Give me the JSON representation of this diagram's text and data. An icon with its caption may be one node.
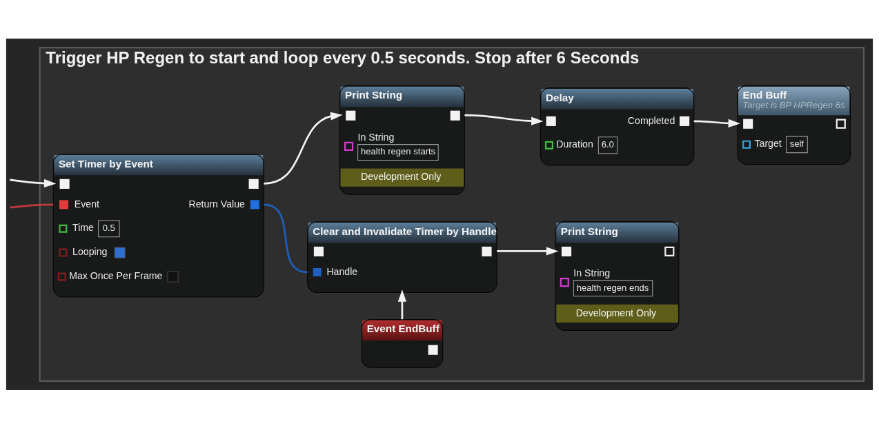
{
  "diagram": {
    "nodes": [
      {
        "text": [
          "Trigger HP Regen to start and loop every 0.5 seconds. Stop after 6 Seconds"
        ]
      },
      {
        "text": [
          "Print String",
          "In String",
          "health regen starts",
          "Development Only"
        ],
        "in": 0
      },
      {
        "text": [
          "Delay",
          "Completed",
          "Duration",
          "6.0"
        ],
        "in": 0
      },
      {
        "text": [
          "End Buff",
          "Target is BP HPRegen 6s",
          "Target",
          "self"
        ],
        "in": 0
      },
      {
        "text": [
          "Set Timer by Event",
          "Event",
          "Return Value",
          "Time",
          "0.5",
          "Looping",
          "Max Once Per Frame"
        ],
        "in": 0
      },
      {
        "text": [
          "Event EndBuff"
        ],
        "in": 0
      },
      {
        "text": [
          "Clear and Invalidate Timer by Handle",
          "Handle"
        ],
        "in": 0
      },
      {
        "text": [
          "Print String",
          "In String",
          "health regen ends",
          "Development Only"
        ],
        "in": 0
      }
    ],
    "edges": [
      {
        "from": null,
        "to": 4,
        "arrow": "none",
        "color": "#c0393b"
      },
      {
        "from": null,
        "to": 4,
        "arrow": "to"
      },
      {
        "from": 4,
        "to": 1,
        "arrow": "to"
      },
      {
        "from": 1,
        "to": 2,
        "arrow": "to"
      },
      {
        "from": 2,
        "to": 3,
        "arrow": "to"
      },
      {
        "from": 4,
        "to": 6,
        "arrow": "none",
        "color": "#1f5fb8"
      },
      {
        "from": 5,
        "to": 6,
        "arrow": "to"
      },
      {
        "from": 6,
        "to": 7,
        "arrow": "to"
      }
    ]
  }
}
